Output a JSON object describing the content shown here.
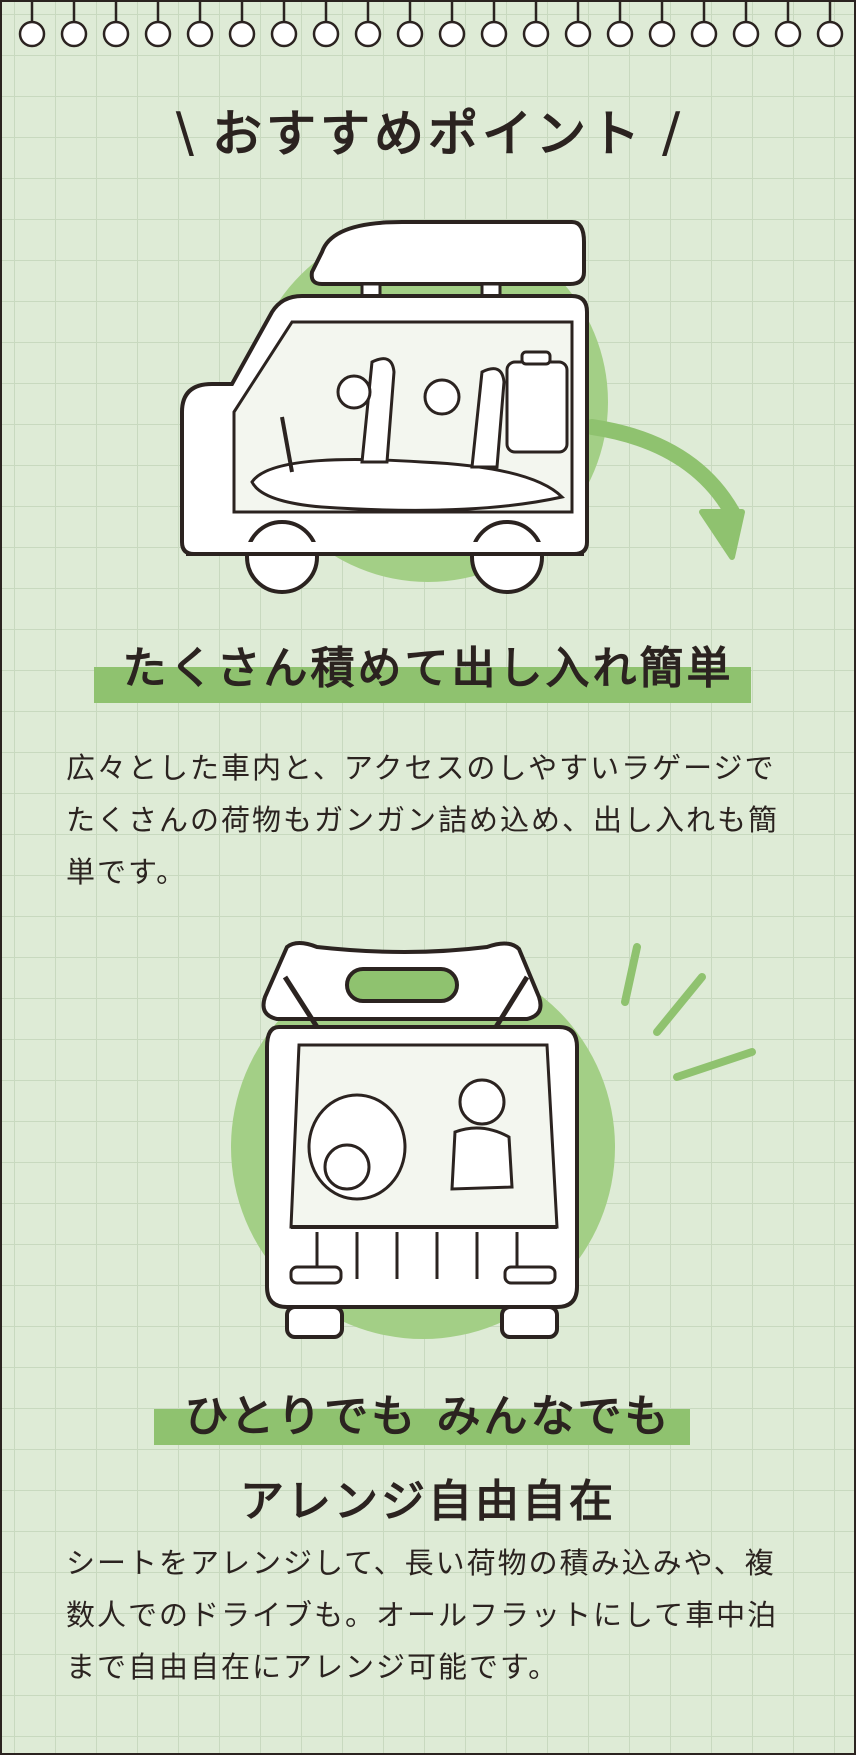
{
  "heading": {
    "slash_left": "\\",
    "title": "おすすめポイント",
    "slash_right": "/"
  },
  "section1": {
    "title": "たくさん積めて出し入れ簡単",
    "body": "広々とした車内と、アクセスのしやすいラゲージでたくさんの荷物もガンガン詰め込め、出し入れも簡単です。"
  },
  "section2": {
    "title_line1": "ひとりでも みんなでも",
    "title_line2": "アレンジ自由自在",
    "body": "シートをアレンジして、長い荷物の積み込みや、複数人でのドライブも。オールフラットにして車中泊まで自由自在にアレンジ可能です。"
  },
  "colors": {
    "background": "#deebd6",
    "grid": "#c8d9bf",
    "accent_green": "#8fc26f",
    "circle_green": "#a3cf86",
    "ink": "#2b2320"
  },
  "icons": [
    "notebook-ring-icon",
    "van-side-illustration",
    "curved-arrow-icon",
    "van-rear-illustration",
    "motion-lines-icon"
  ]
}
